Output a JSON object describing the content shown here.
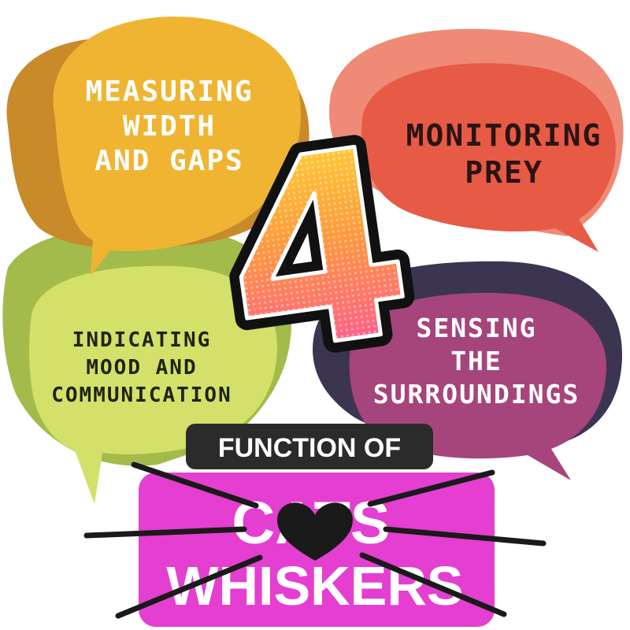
{
  "number": "4",
  "bubbles": {
    "measuring": {
      "line1": "MEASURING",
      "line2": "WIDTH",
      "line3": "AND GAPS",
      "color": "#efb532",
      "shadow": "#c98a2a",
      "text_color": "#ffffff"
    },
    "prey": {
      "line1": "MONITORING",
      "line2": "PREY",
      "color": "#e75a45",
      "shadow": "#ee8a75",
      "text_color": "#2a1414"
    },
    "mood": {
      "line1": "INDICATING",
      "line2": "MOOD AND",
      "line3": "COMMUNICATION",
      "color": "#d3e06a",
      "shadow": "#a2bb4a",
      "text_color": "#1e2410"
    },
    "sensing": {
      "line1": "SENSING",
      "line2": "THE",
      "line3": "SURROUNDINGS",
      "color": "#a6457b",
      "shadow": "#3c3552",
      "text_color": "#ffffff"
    }
  },
  "title": {
    "label": "FUNCTION OF",
    "line1": "CATS",
    "line2": "WHISKERS",
    "label_bg": "#2b2b2b",
    "panel_bg": "#e43fd0"
  }
}
